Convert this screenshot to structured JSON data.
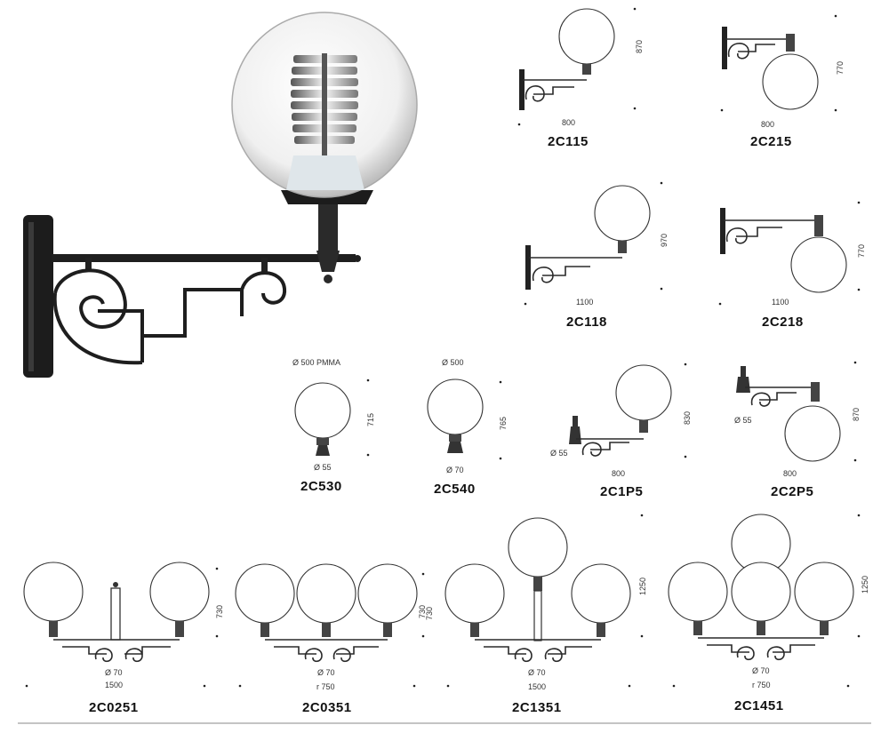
{
  "colors": {
    "iron": "#2a2a2a",
    "globe_stroke": "#333333",
    "background": "#ffffff"
  },
  "products": [
    {
      "code": "2C115",
      "width": "800",
      "height": "870"
    },
    {
      "code": "2C215",
      "width": "800",
      "height": "770"
    },
    {
      "code": "2C118",
      "width": "1100",
      "height": "970"
    },
    {
      "code": "2C218",
      "width": "1100",
      "height": "770"
    },
    {
      "code": "2C530",
      "top": "Ø 500 PMMA",
      "height": "715",
      "bottom": "Ø 55"
    },
    {
      "code": "2C540",
      "top": "Ø 500",
      "height": "765",
      "bottom": "Ø 70"
    },
    {
      "code": "2C1P5",
      "height": "830",
      "side": "Ø 55",
      "width": "800"
    },
    {
      "code": "2C2P5",
      "height": "870",
      "side": "Ø 55",
      "width": "800"
    },
    {
      "code": "2C0251",
      "height": "730",
      "dia": "Ø 70",
      "width": "1500"
    },
    {
      "code": "2C0351",
      "height": "730",
      "dia": "Ø 70",
      "width": "r 750"
    },
    {
      "code": "2C1351",
      "height": "1250",
      "dia": "Ø 70",
      "width": "1500"
    },
    {
      "code": "2C1451",
      "height": "1250",
      "dia": "Ø 70",
      "width": "r 750"
    }
  ]
}
